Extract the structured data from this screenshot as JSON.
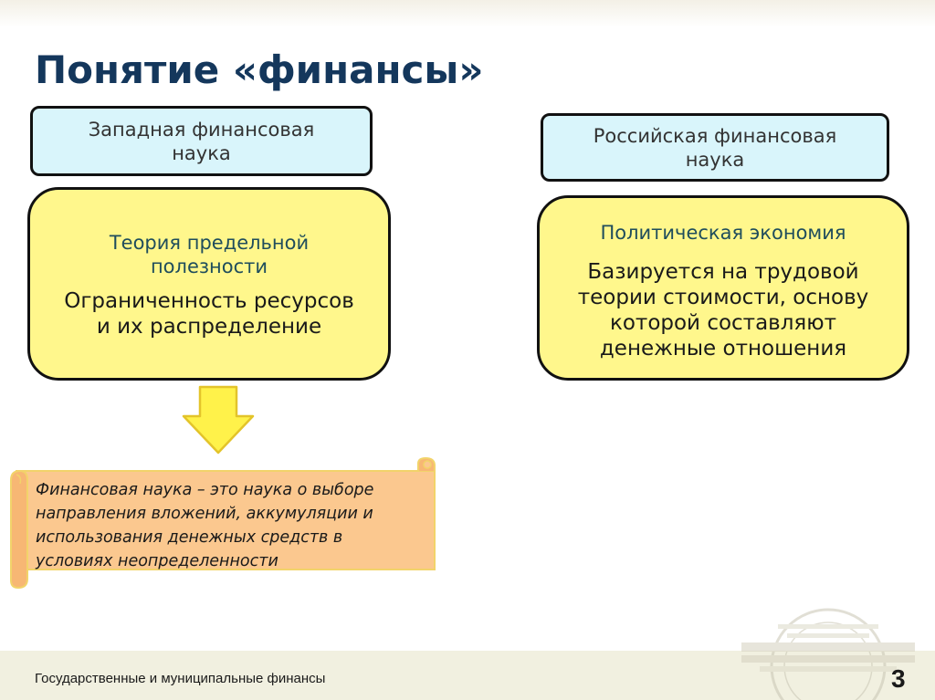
{
  "title": "Понятие «финансы»",
  "left": {
    "header": [
      "Западная финансовая",
      "наука"
    ],
    "subtitle": [
      "Теория предельной",
      "полезности"
    ],
    "body": [
      "Ограниченность ресурсов",
      "и их распределение"
    ]
  },
  "right": {
    "header": [
      "Российская финансовая",
      "наука"
    ],
    "subtitle": [
      "Политическая экономия"
    ],
    "body": [
      "Базируется на трудовой",
      "теории стоимости, основу",
      "которой составляют",
      "денежные отношения"
    ]
  },
  "definition": [
    "Финансовая наука – это наука о выборе",
    "направления вложений, аккумуляции и",
    "использования денежных средств в",
    "условиях неопределенности"
  ],
  "footer": {
    "text": "Государственные и муниципальные финансы",
    "page_number": "3"
  },
  "colors": {
    "title": "#14375c",
    "header_fill": "#d9f5fb",
    "concept_fill": "#fff78c",
    "arrow_fill": "#fff24a",
    "scroll_fill": "#fbc88f",
    "footer_bg": "#f1f0e0"
  }
}
